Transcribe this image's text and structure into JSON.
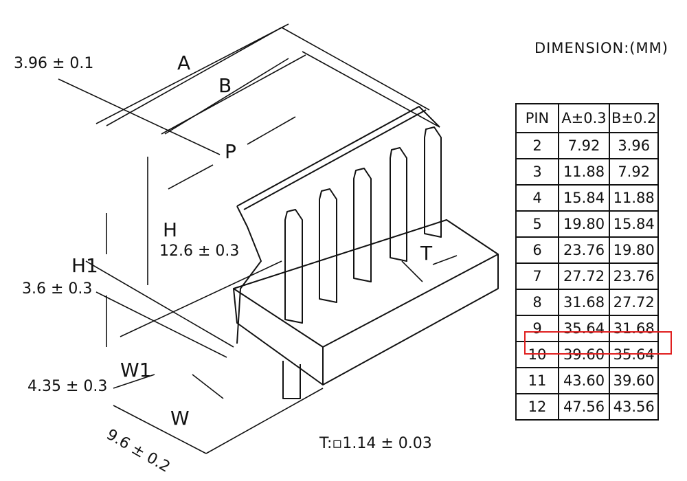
{
  "drawing": {
    "labels": {
      "pitch_tol": "3.96 ± 0.1",
      "A": "A",
      "B": "B",
      "P": "P",
      "H": "H",
      "H_value": "12.6 ± 0.3",
      "H1": "H1",
      "H1_value": "3.6 ± 0.3",
      "W1": "W1",
      "W1_value": "4.35 ± 0.3",
      "W": "W",
      "W_value": "9.6 ± 0.2",
      "T": "T",
      "T_note": "T:▫1.14 ± 0.03"
    }
  },
  "table": {
    "unit_title": "DIMENSION:(MM)",
    "headers": [
      "PIN",
      "A±0.3",
      "B±0.2"
    ],
    "rows": [
      [
        "2",
        "7.92",
        "3.96"
      ],
      [
        "3",
        "11.88",
        "7.92"
      ],
      [
        "4",
        "15.84",
        "11.88"
      ],
      [
        "5",
        "19.80",
        "15.84"
      ],
      [
        "6",
        "23.76",
        "19.80"
      ],
      [
        "7",
        "27.72",
        "23.76"
      ],
      [
        "8",
        "31.68",
        "27.72"
      ],
      [
        "9",
        "35.64",
        "31.68"
      ],
      [
        "10",
        "39.60",
        "35.64"
      ],
      [
        "11",
        "43.60",
        "39.60"
      ],
      [
        "12",
        "47.56",
        "43.56"
      ]
    ],
    "highlighted_row": "9",
    "highlight_color": "#e01f1f"
  }
}
